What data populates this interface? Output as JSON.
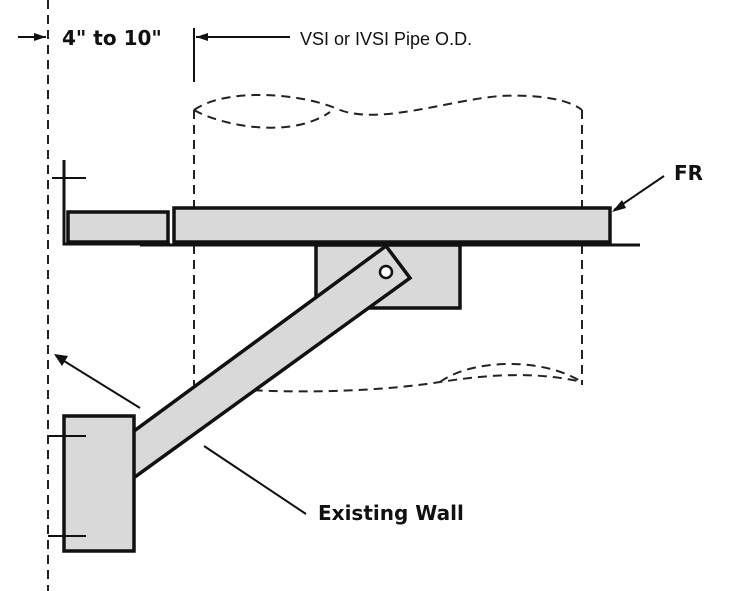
{
  "labels": {
    "dimension": "4\" to 10\"",
    "pipe_od": "VSI or IVSI Pipe O.D.",
    "fr": "FR",
    "wall": "Existing Wall"
  },
  "colors": {
    "ink": "#111111",
    "fill": "#d9d9d9",
    "background": "#ffffff"
  }
}
